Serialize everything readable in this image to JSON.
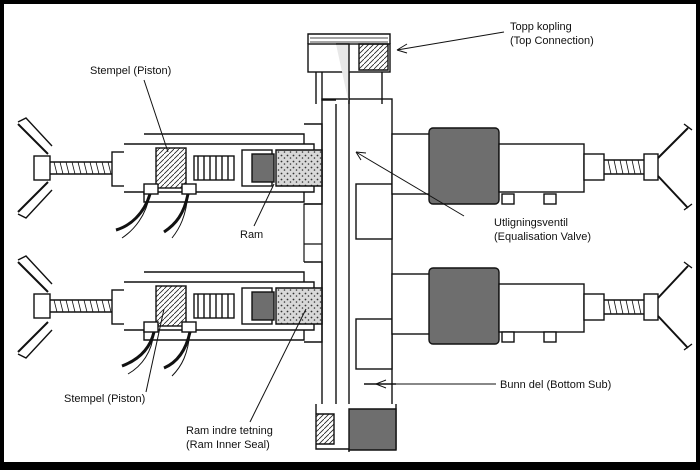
{
  "labels": {
    "top_connection": {
      "line1": "Topp kopling",
      "line2": "(Top Connection)"
    },
    "piston_upper": "Stempel (Piston)",
    "ram": "Ram",
    "equalisation_valve": {
      "line1": "Utligningsventil",
      "line2": "(Equalisation Valve)"
    },
    "piston_lower": "Stempel (Piston)",
    "bottom_sub": "Bunn del (Bottom Sub)",
    "ram_inner_seal": {
      "line1": "Ram indre tetning",
      "line2": "(Ram Inner Seal)"
    }
  },
  "colors": {
    "background": "#ffffff",
    "frame": "#000000",
    "line": "#111111",
    "ram_block_fill": "#6e6e6e",
    "seal_fill": "#9a9a9a"
  }
}
